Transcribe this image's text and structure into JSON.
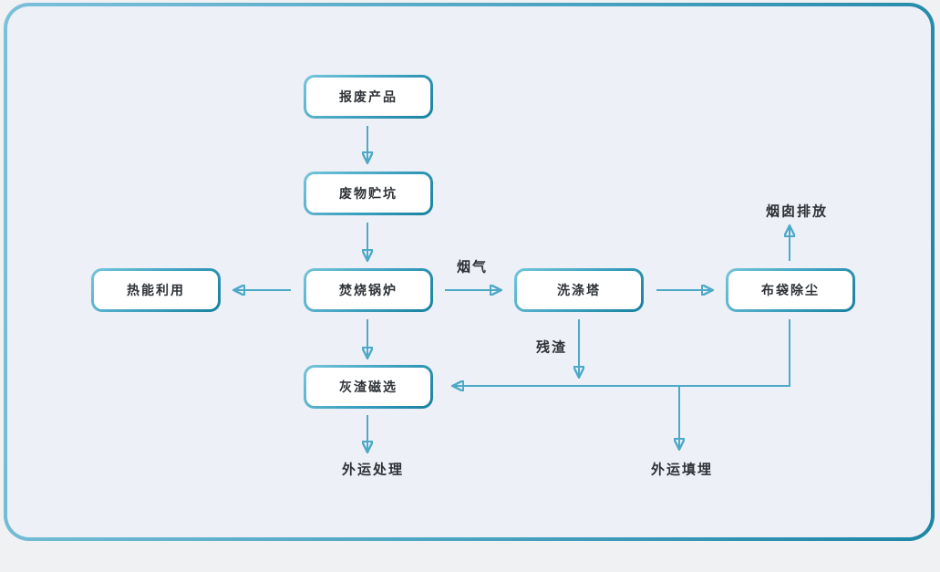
{
  "diagram": {
    "nodes": {
      "scrap_product": {
        "label": "报废产品"
      },
      "waste_pit": {
        "label": "废物贮坑"
      },
      "incineration_boiler": {
        "label": "焚烧锅炉"
      },
      "heat_utilization": {
        "label": "热能利用"
      },
      "scrubbing_tower": {
        "label": "洗涤塔"
      },
      "bag_dust_collector": {
        "label": "布袋除尘"
      },
      "ash_magnetic_separation": {
        "label": "灰渣磁选"
      }
    },
    "flow_labels": {
      "flue_gas": "烟气",
      "residue": "残渣",
      "chimney_emission": "烟囱排放",
      "outbound_treatment": "外运处理",
      "outbound_landfill": "外运填埋"
    },
    "edges": [
      {
        "from": "报废产品",
        "to": "废物贮坑",
        "label": ""
      },
      {
        "from": "废物贮坑",
        "to": "焚烧锅炉",
        "label": ""
      },
      {
        "from": "焚烧锅炉",
        "to": "热能利用",
        "label": ""
      },
      {
        "from": "焚烧锅炉",
        "to": "洗涤塔",
        "label": "烟气"
      },
      {
        "from": "洗涤塔",
        "to": "布袋除尘",
        "label": ""
      },
      {
        "from": "布袋除尘",
        "to": "烟囱排放",
        "label": ""
      },
      {
        "from": "焚烧锅炉",
        "to": "灰渣磁选",
        "label": ""
      },
      {
        "from": "洗涤塔",
        "to": "灰渣磁选",
        "label": "残渣"
      },
      {
        "from": "布袋除尘",
        "to": "灰渣磁选",
        "label": ""
      },
      {
        "from": "布袋除尘",
        "to": "外运填埋",
        "label": ""
      },
      {
        "from": "灰渣磁选",
        "to": "外运处理",
        "label": ""
      }
    ],
    "colors": {
      "page_bg": "#f0f1f3",
      "canvas_bg": "#edf1f7",
      "frame_border_start": "#7cc0da",
      "frame_border_end": "#1d86a6",
      "node_fill": "#ffffff",
      "node_border_start": "#74c5da",
      "node_border_end": "#17809f",
      "arrow_line": "#4ea9c8",
      "arrow_head": "#2e93b3",
      "text": "#2e3236"
    }
  }
}
